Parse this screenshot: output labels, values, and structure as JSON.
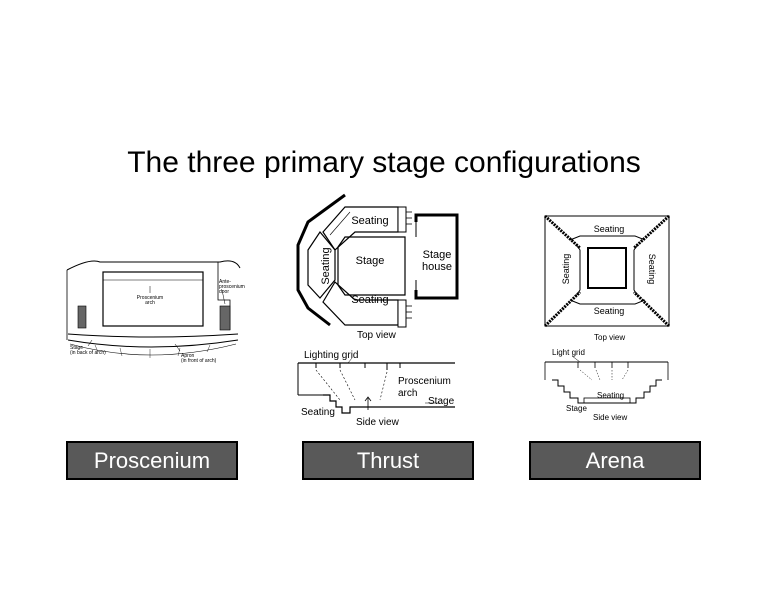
{
  "title": "The three primary stage configurations",
  "proscenium": {
    "labels": {
      "arch": "Proscenium arch",
      "ante_door": "Ante-proscenium door",
      "stage": "Stage (in back of arch)",
      "apron": "Apron (in front of arch)"
    },
    "caption": "Proscenium"
  },
  "thrust": {
    "top": {
      "seating": "Seating",
      "stage": "Stage",
      "stage_house": "Stage house",
      "view": "Top view"
    },
    "side": {
      "lighting_grid": "Lighting grid",
      "arch": "Proscenium arch",
      "stage": "Stage",
      "seating": "Seating",
      "view": "Side view"
    },
    "caption": "Thrust"
  },
  "arena": {
    "top": {
      "seating": "Seating",
      "view": "Top view"
    },
    "side": {
      "light_grid": "Light grid",
      "seating": "Seating",
      "stage": "Stage",
      "view": "Side view"
    },
    "caption": "Arena"
  }
}
